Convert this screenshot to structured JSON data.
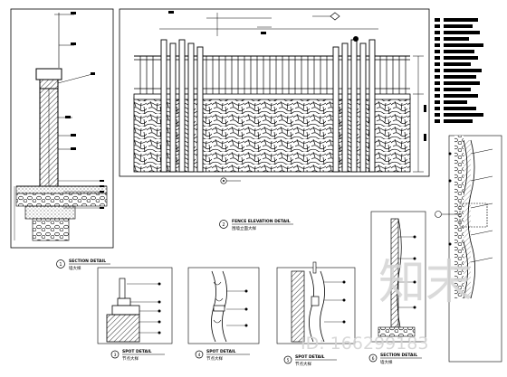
{
  "drawing": {
    "details": [
      {
        "id": "section-detail",
        "number": "1",
        "title": "SECTION DETAIL",
        "subtitle": "墙大样"
      },
      {
        "id": "fence-elevation",
        "number": "2",
        "title": "FENCE ELEVATION DETAIL",
        "subtitle": "围墙立面大样"
      },
      {
        "id": "spot-detail-3",
        "number": "3",
        "title": "SPOT DETAIL",
        "subtitle": "节点大样"
      },
      {
        "id": "spot-detail-4",
        "number": "4",
        "title": "SPOT DETAIL",
        "subtitle": "节点大样"
      },
      {
        "id": "spot-detail-5",
        "number": "5",
        "title": "SPOT DETAIL",
        "subtitle": "节点大样"
      },
      {
        "id": "section-detail-6",
        "number": "6",
        "title": "SECTION DETAIL",
        "subtitle": "墙大样"
      }
    ]
  },
  "watermark": {
    "logo_text": "知末",
    "id_text": "ID: 166299183"
  },
  "colors": {
    "line": "#000000",
    "watermark": "#d4d4d4"
  }
}
